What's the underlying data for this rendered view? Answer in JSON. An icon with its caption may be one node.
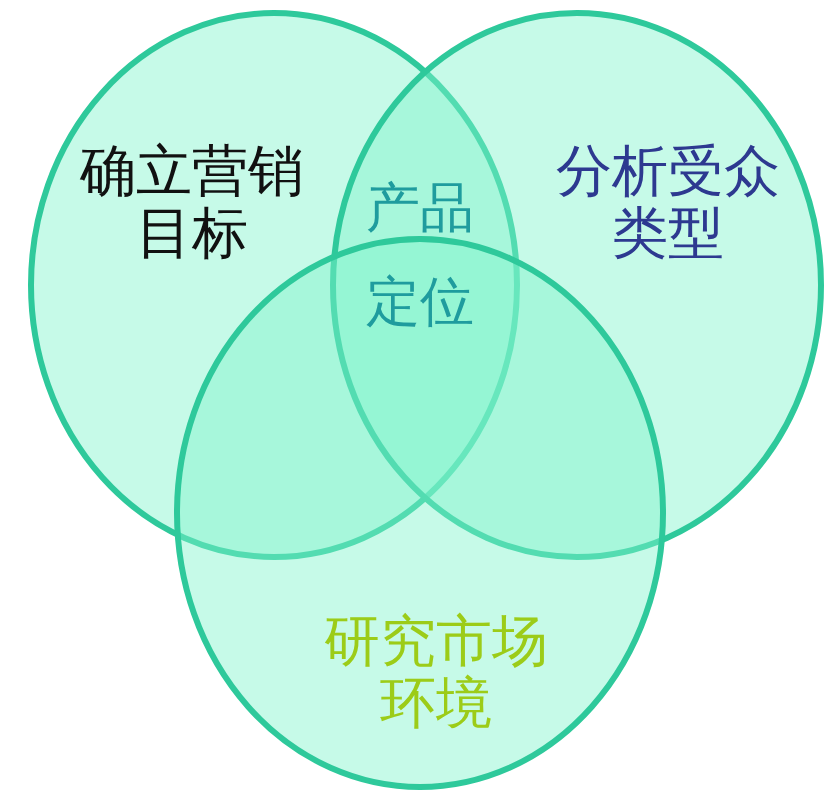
{
  "diagram": {
    "nodes": [
      {
        "text": [
          "确立营销目标"
        ]
      },
      {
        "text": [
          "分析受众类型"
        ]
      },
      {
        "text": [
          "研究市场环境"
        ]
      }
    ],
    "labels": [
      "产品定位"
    ]
  }
}
